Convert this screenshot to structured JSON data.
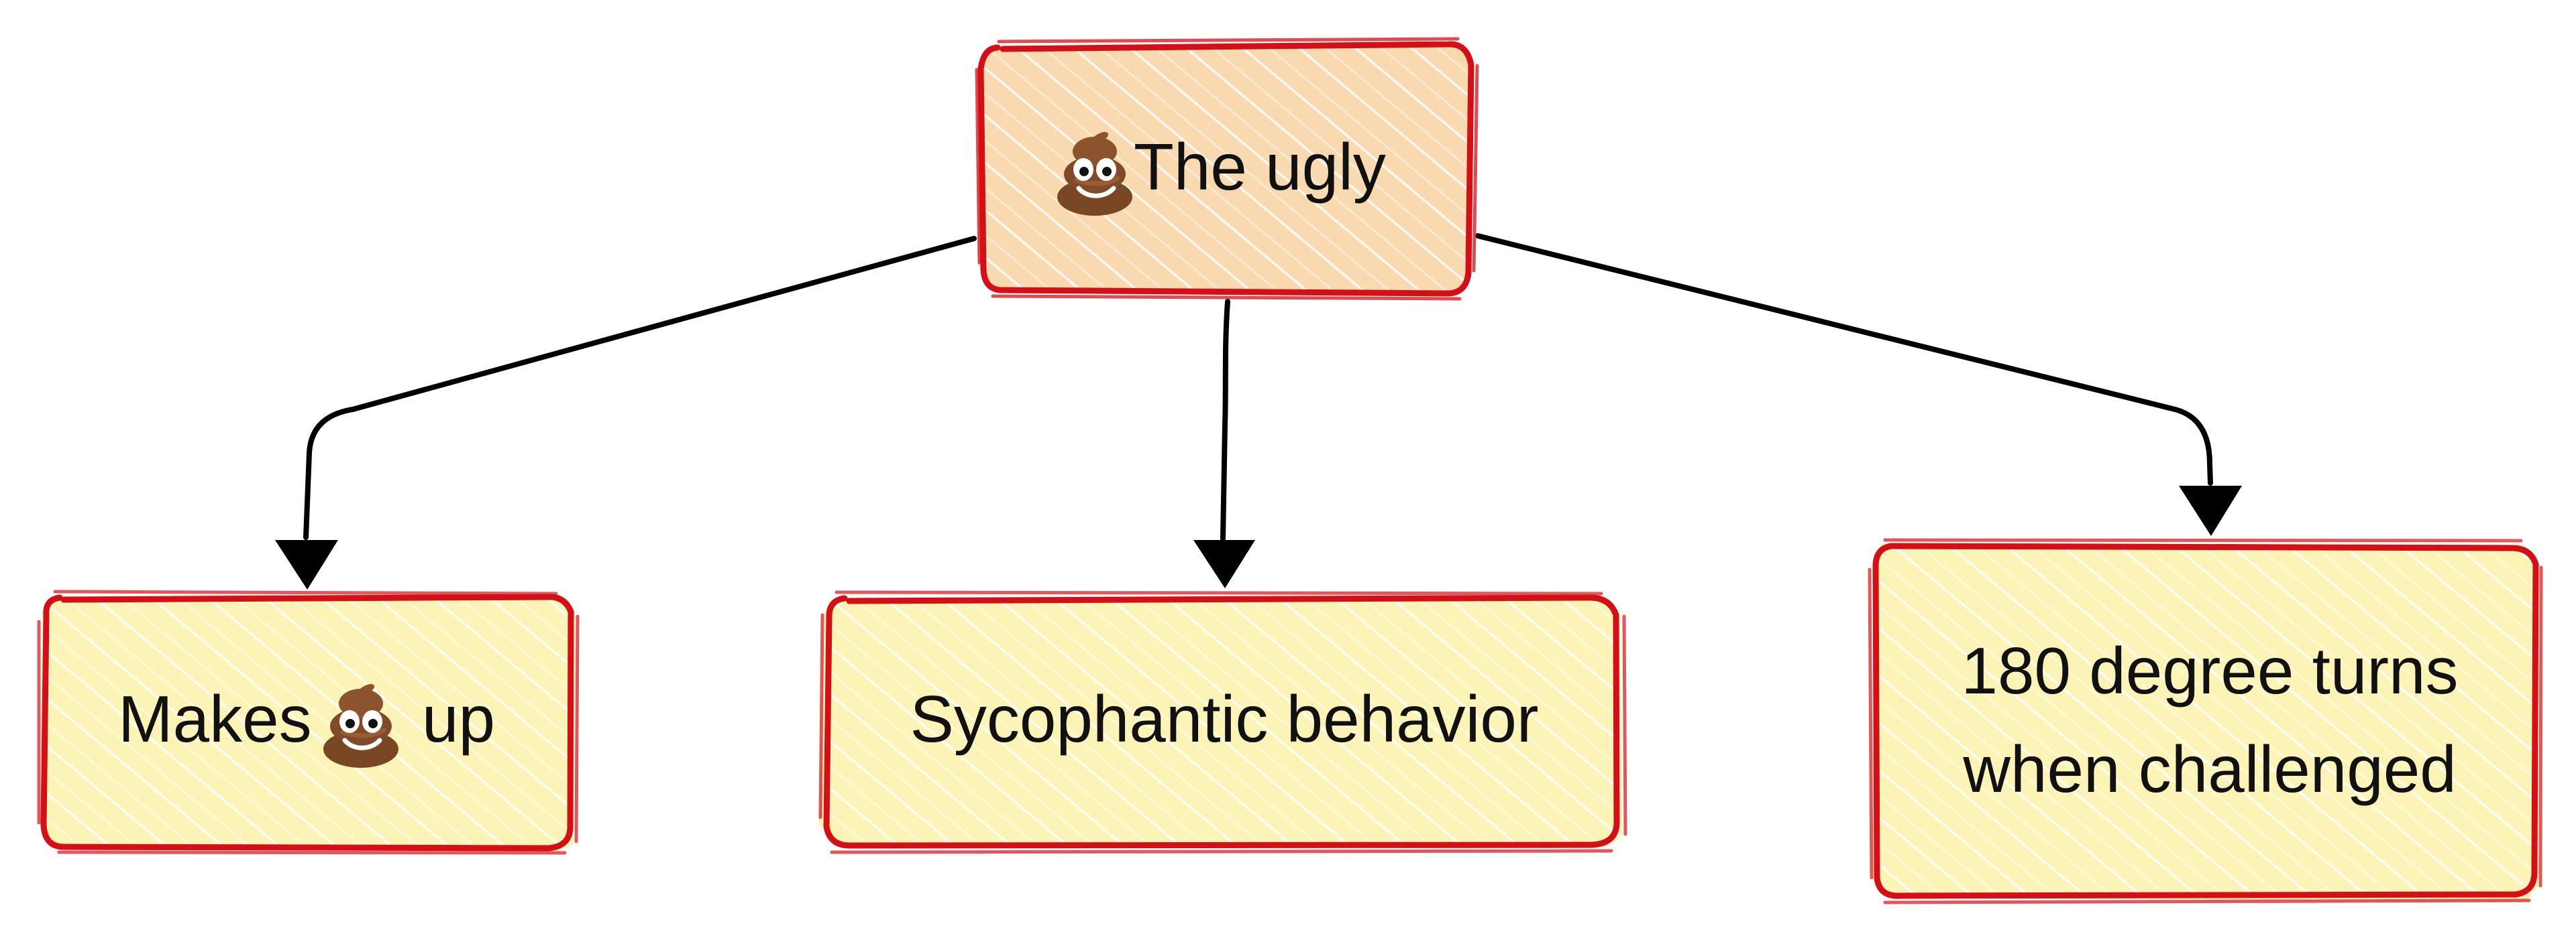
{
  "diagram": {
    "root": {
      "label": "The ugly",
      "icon": "poop-emoji-icon"
    },
    "children": [
      {
        "label_before": "Makes",
        "icon": "poop-emoji-icon",
        "label_after": "up"
      },
      {
        "label": "Sycophantic behavior"
      },
      {
        "line1": "180 degree turns",
        "line2": "when challenged"
      }
    ]
  },
  "colors": {
    "border": "#d40f16",
    "root_fill": "#f8d9b0",
    "child_fill": "#fcf4b6",
    "hatch": "#fffaf0",
    "arrow": "#000000",
    "text": "#111111",
    "poop_body": "#7a4725",
    "poop_highlight": "#9a5d33"
  }
}
